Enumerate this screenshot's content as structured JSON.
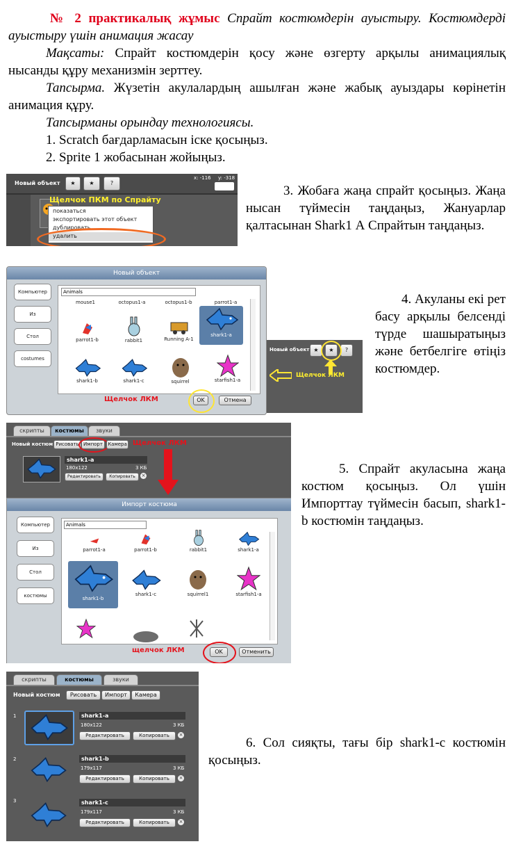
{
  "heading": {
    "number": "№ 2 практикалық жұмыс",
    "title": "Спрайт костюмдерін ауыстыру. Костюмдерді ауыстыру үшін анимация жасау"
  },
  "goal": {
    "label": "Мақсаты:",
    "text": "Спрайт костюмдерін қосу және өзгерту арқылы анимациялық нысанды құру механизмін зерттеу."
  },
  "task": {
    "label": "Тапсырма.",
    "text": "Жүзетін акулалардың ашылған және жабық ауыздары көрінетін анимация құру."
  },
  "tech": {
    "label": "Тапсырманы орындау технологиясы."
  },
  "steps": {
    "s1": "1. Scratch бағдарламасын іске қосыңыз.",
    "s2": "2. Sprite 1 жобасынан жойыңыз.",
    "s3": "3. Жобаға жаңа спрайт қосыңыз. Жаңа нысан түймесін таңдаңыз, Жануарлар қалтасынан Shark1 А Спрайтын таңдаңыз.",
    "s4": "4. Акуланы екі рет басу арқылы белсенді түрде шашыратыңыз және бетбелгіге өтіңіз костюмдер.",
    "s5": "5. Спрайт акуласына жаңа костюм қосыңыз. Ол үшін Импорттау түймесін басып, shark1-b костюмін таңдаңыз.",
    "s6": "6. Сол сияқты, тағы бір shark1-c костюмін қосыңыз."
  },
  "shot1": {
    "new_object": "Новый объект",
    "x": "x: -116",
    "y": "y: -318",
    "hint": "Щелчок ПКМ по Спрайту",
    "menu": [
      "показаться",
      "экспортировать этот объект",
      "дублировать",
      "удалить"
    ]
  },
  "shot2": {
    "title": "Новый объект",
    "folder": "Animals",
    "side": [
      "Компьютер",
      "Из",
      "Стол",
      "costumes"
    ],
    "top_row": [
      "mouse1",
      "octopus1-a",
      "octopus1-b",
      "parrot1-a"
    ],
    "items": [
      "parrot1-b",
      "rabbit1",
      "Running A-1",
      "shark1-a",
      "shark1-b",
      "shark1-c",
      "squirrel",
      "starfish1-a"
    ],
    "hint": "Щелчок ЛКМ",
    "ok": "OK",
    "cancel": "Отмена",
    "new_object": "Новый объект",
    "hint2": "Щелчок ЛКМ"
  },
  "shot3": {
    "tabs": [
      "скрипты",
      "костюмы",
      "звуки"
    ],
    "new_costume": "Новый костюм",
    "paint": "Рисовать",
    "import": "Импорт",
    "camera": "Камера",
    "hint": "Щелчок ЛКМ",
    "costume_name": "shark1-a",
    "costume_dims": "180x122",
    "costume_size": "3 КБ",
    "edit": "Редактировать",
    "copy": "Копировать",
    "dialog_title": "Импорт костюма",
    "folder": "Animals",
    "side": [
      "Компьютер",
      "Из",
      "Стол",
      "костюмы"
    ],
    "row1": [
      "parrot1-a",
      "parrot1-b",
      "rabbit1",
      "shark1-a"
    ],
    "row2": [
      "shark1-b",
      "shark1-c",
      "squirrel1",
      "starfish1-a"
    ],
    "hint2": "щелчок ЛКМ",
    "ok": "OK",
    "cancel": "Отменить"
  },
  "shot4": {
    "tabs": [
      "скрипты",
      "костюмы",
      "звуки"
    ],
    "new_costume": "Новый костюм",
    "paint": "Рисовать",
    "import": "Импорт",
    "camera": "Камера",
    "costumes": [
      {
        "num": "1",
        "name": "shark1-a",
        "dims": "180x122",
        "size": "3 КБ"
      },
      {
        "num": "2",
        "name": "shark1-b",
        "dims": "179x117",
        "size": "3 КБ"
      },
      {
        "num": "3",
        "name": "shark1-c",
        "dims": "179x117",
        "size": "3 КБ"
      }
    ],
    "edit": "Редактировать",
    "copy": "Копировать"
  },
  "colors": {
    "heading_red": "#e0001b",
    "hint_yellow": "#ffef2e",
    "hint_red": "#e4131c",
    "shark_blue": "#2f7fd6"
  }
}
